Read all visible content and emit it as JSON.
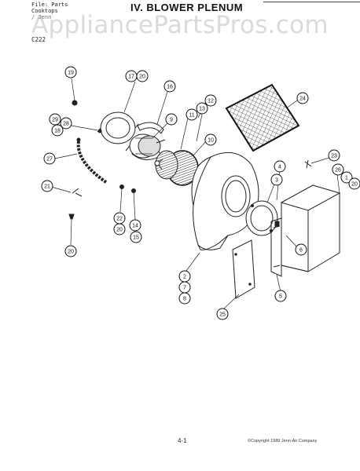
{
  "header": {
    "file": "File: Parts",
    "category": "Cooktops",
    "subcategory": "/ Jenn",
    "model": "C222",
    "title": "IV. BLOWER PLENUM"
  },
  "watermark": "AppliancePartsPros.com",
  "footer": {
    "page": "4-1",
    "copyright": "©Copyright 1989 Jenn-Air Company"
  },
  "callouts": {
    "c19": "19",
    "c17": "17",
    "c20a": "20",
    "c16": "16",
    "c29": "29",
    "c28": "28",
    "c18": "18",
    "c9": "9",
    "c11": "11",
    "c13": "13",
    "c12": "12",
    "c24": "24",
    "c10": "10",
    "c27": "27",
    "c23": "23",
    "c4": "4",
    "c26": "26",
    "c1": "1",
    "c20b": "20",
    "c3": "3",
    "c21": "21",
    "c22": "22",
    "c20c": "20",
    "c14": "14",
    "c15": "15",
    "c6": "6",
    "c20d": "20",
    "c2": "2",
    "c7": "7",
    "c8": "8",
    "c5": "5",
    "c25": "25"
  }
}
